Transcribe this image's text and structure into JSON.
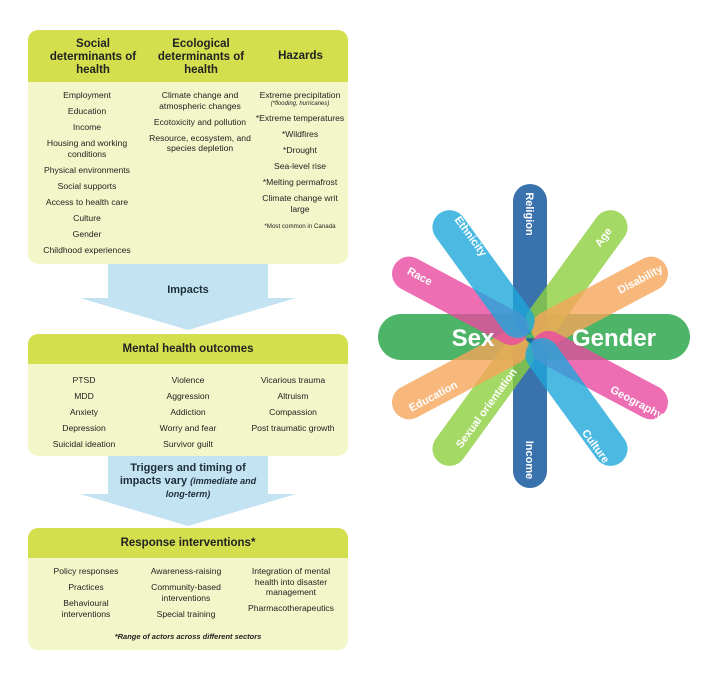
{
  "determinants": {
    "headers": [
      "Social determinants of health",
      "Ecological determinants of health",
      "Hazards"
    ],
    "social": [
      "Employment",
      "Education",
      "Income",
      "Housing and working conditions",
      "Physical environments",
      "Social supports",
      "Access to health care",
      "Culture",
      "Gender",
      "Childhood experiences"
    ],
    "ecological": [
      "Climate change and atmospheric changes",
      "Ecotoxicity and pollution",
      "Resource, ecosystem, and species depletion"
    ],
    "hazards_first": "Extreme precipitation",
    "hazards_first_sub": "(*flooding, hurricanes)",
    "hazards": [
      "*Extreme temperatures",
      "*Wildfires",
      "*Drought",
      "Sea-level rise",
      "*Melting permafrost",
      "Climate change writ large"
    ],
    "hazards_note": "*Most common in Canada"
  },
  "arrow1": {
    "label": "Impacts"
  },
  "outcomes": {
    "title": "Mental health outcomes",
    "col1": [
      "PTSD",
      "MDD",
      "Anxiety",
      "Depression",
      "Suicidal ideation"
    ],
    "col2": [
      "Violence",
      "Aggression",
      "Addiction",
      "Worry and fear",
      "Survivor guilt"
    ],
    "col3": [
      "Vicarious trauma",
      "Altruism",
      "Compassion",
      "Post traumatic growth"
    ]
  },
  "arrow2": {
    "label_main": "Triggers and timing of impacts vary",
    "label_sub": "(immediate and long-term)"
  },
  "interventions": {
    "title": "Response interventions*",
    "col1": [
      "Policy responses",
      "Practices",
      "Behavioural interventions"
    ],
    "col2": [
      "Awareness-raising",
      "Community-based interventions",
      "Special training"
    ],
    "col3": [
      "Integration of mental health into disaster management",
      "Pharmacotherapeutics"
    ],
    "footnote": "*Range of actors across different sectors"
  },
  "flower": {
    "center_left": "Sex",
    "center_right": "Gender",
    "petals": [
      "Religion",
      "Age",
      "Disability",
      "Geography",
      "Culture",
      "Income",
      "Sexual orientation",
      "Education",
      "Race",
      "Ethnicity"
    ],
    "colors": {
      "sex_gender": "#3fae5a",
      "religion": "#1e5fa0",
      "age": "#8dcf3f",
      "disability": "#f6a55a",
      "geography": "#e94aa0",
      "culture": "#1fa8dc",
      "income": "#1e5fa0",
      "sexual_orientation": "#8dcf3f",
      "education": "#f6a55a",
      "race": "#e94aa0",
      "ethnicity": "#1fa8dc"
    }
  }
}
